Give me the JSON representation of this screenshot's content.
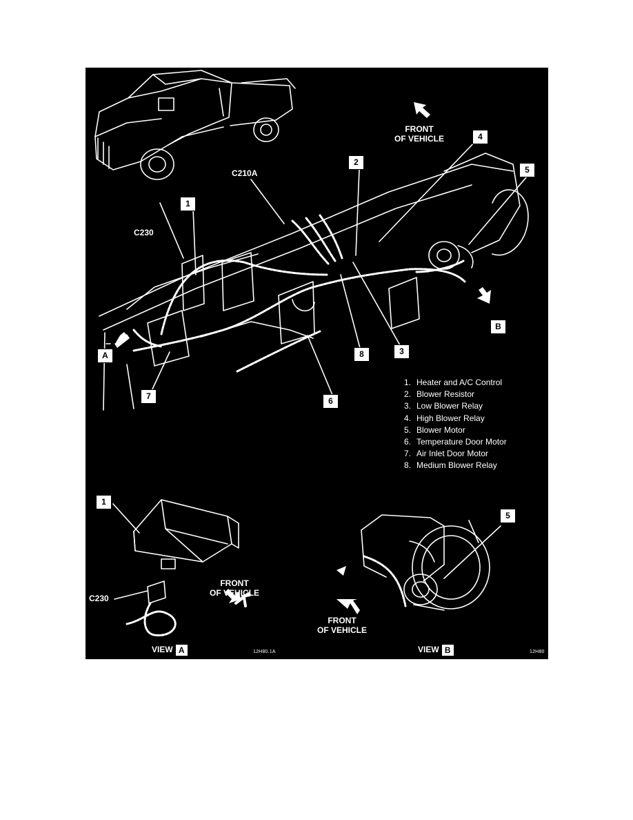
{
  "labels": {
    "c210a": "C210A",
    "c230_main": "C230",
    "c230_view": "C230",
    "front_main_line1": "FRONT",
    "front_main_line2": "OF VEHICLE",
    "front_a_line1": "FRONT",
    "front_a_line2": "OF VEHICLE",
    "front_b_line1": "FRONT",
    "front_b_line2": "OF VEHICLE",
    "view_a_word": "VIEW",
    "view_a_letter": "A",
    "view_b_word": "VIEW",
    "view_b_letter": "B",
    "code_a": "12H80.1A",
    "code_b": "12H80"
  },
  "callouts": {
    "n1": "1",
    "n2": "2",
    "n3": "3",
    "n4": "4",
    "n5": "5",
    "n6": "6",
    "n7": "7",
    "n8": "8",
    "a": "A",
    "b": "B",
    "view_a_1": "1",
    "view_b_5": "5"
  },
  "legend": [
    {
      "num": "1.",
      "text": "Heater and A/C Control"
    },
    {
      "num": "2.",
      "text": "Blower Resistor"
    },
    {
      "num": "3.",
      "text": "Low Blower Relay"
    },
    {
      "num": "4.",
      "text": "High Blower Relay"
    },
    {
      "num": "5.",
      "text": "Blower Motor"
    },
    {
      "num": "6.",
      "text": "Temperature Door Motor"
    },
    {
      "num": "7.",
      "text": "Air Inlet Door Motor"
    },
    {
      "num": "8.",
      "text": "Medium Blower Relay"
    }
  ],
  "colors": {
    "panel": "#000000",
    "line": "#ffffff"
  }
}
